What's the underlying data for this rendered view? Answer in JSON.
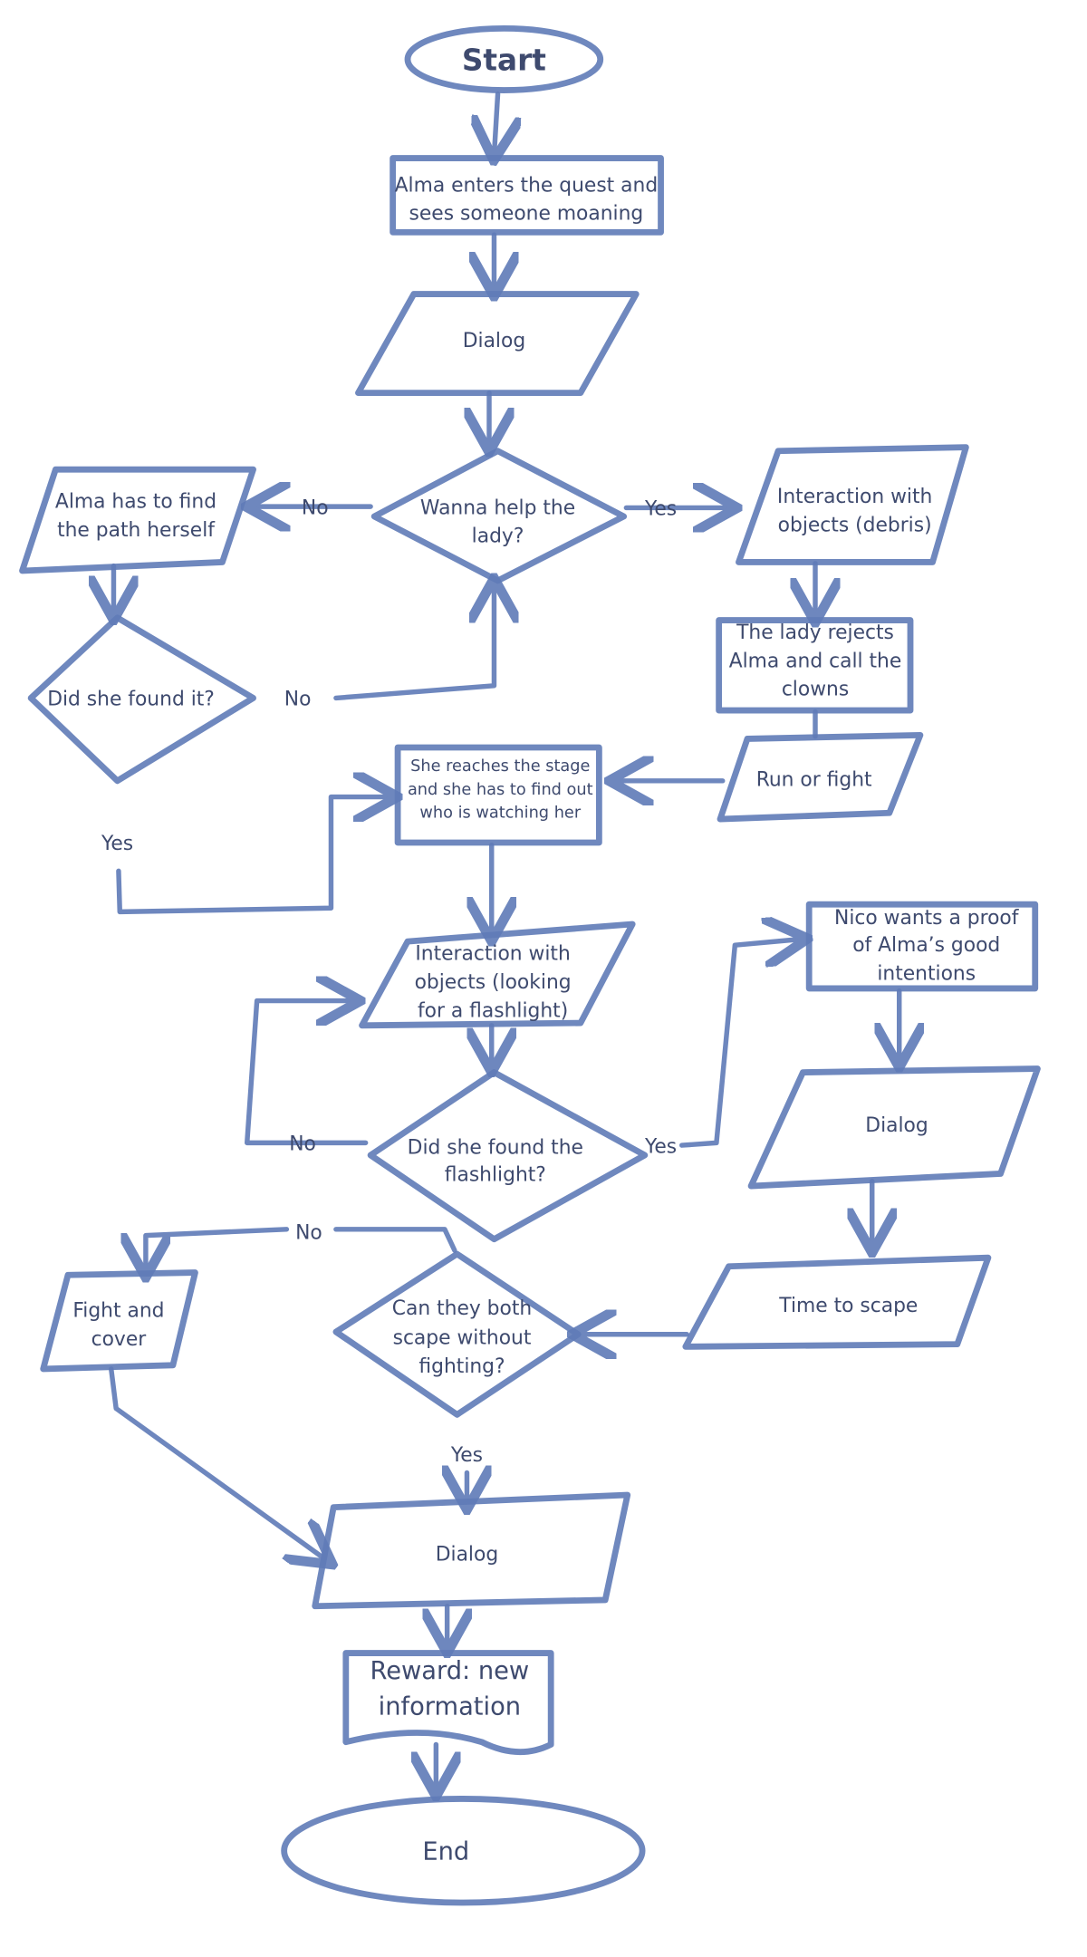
{
  "nodes": {
    "start": "Start",
    "enter": [
      "Alma enters the quest and",
      "sees someone moaning"
    ],
    "dialog1": "Dialog",
    "help": [
      "Wanna help the",
      "lady?"
    ],
    "path": [
      "Alma has to find",
      "the path herself"
    ],
    "found": "Did she found it?",
    "debris": [
      "Interaction with",
      "objects (debris)"
    ],
    "rejects": [
      "The lady rejects",
      "Alma and call the",
      "clowns"
    ],
    "run": "Run or fight",
    "stage": [
      "She reaches the stage",
      "and she has to find out",
      "who is watching her"
    ],
    "flash": [
      "Interaction with",
      "objects (looking",
      "for a flashlight)"
    ],
    "foundflash": [
      "Did she found the",
      "flashlight?"
    ],
    "nico": [
      "Nico wants a proof",
      "of Alma’s good",
      "intentions"
    ],
    "dialog2": "Dialog",
    "scape": "Time to scape",
    "both": [
      "Can they both",
      "scape without",
      "fighting?"
    ],
    "fight": [
      "Fight and",
      "cover"
    ],
    "dialog3": "Dialog",
    "reward": [
      "Reward: new",
      "information"
    ],
    "end": "End"
  },
  "labels": {
    "no1": "No",
    "yes1": "Yes",
    "no2": "No",
    "yes2": "Yes",
    "no3": "No",
    "yes3": "Yes",
    "no4": "No",
    "yes4": "Yes"
  }
}
